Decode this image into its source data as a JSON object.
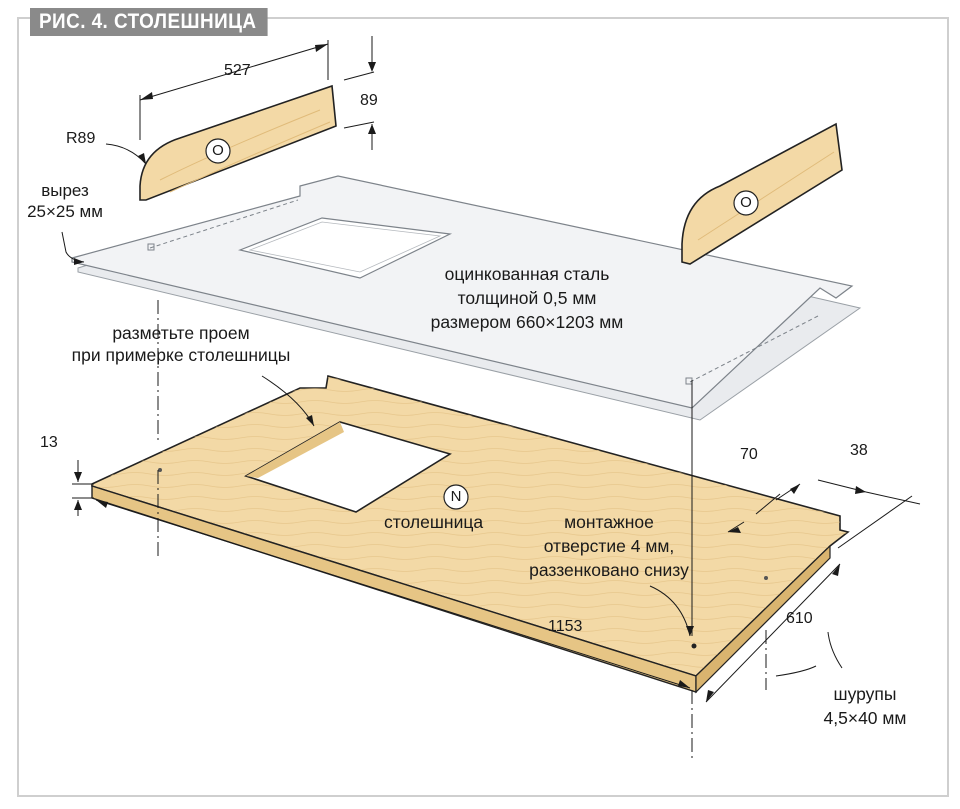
{
  "title": "РИС. 4. СТОЛЕШНИЦА",
  "dimensions": {
    "side_length": "527",
    "side_height": "89",
    "radius": "R89",
    "top_thickness": "13",
    "width_70": "70",
    "width_38": "38",
    "depth": "610",
    "length": "1153"
  },
  "part_codes": {
    "side_left": "O",
    "side_right": "O",
    "top": "N"
  },
  "labels": {
    "cutout": [
      "вырез",
      "25×25 мм"
    ],
    "steel": [
      "оцинкованная сталь",
      "толщиной 0,5 мм",
      "размером 660×1203 мм"
    ],
    "mark_opening": [
      "разметьте проем",
      "при примерке столешницы"
    ],
    "top_name": "столешница",
    "mount_hole": [
      "монтажное",
      "отверстие 4 мм,",
      "раззенковано снизу"
    ],
    "screws": [
      "шурупы",
      "4,5×40 мм"
    ]
  },
  "colors": {
    "wood": "#f3d9a6",
    "wood_edge": "#e3c07f",
    "steel": "#eef0f3",
    "steel_edge": "#c9ccd1",
    "line": "#1a1a1a",
    "banner": "#8a8a8a"
  }
}
